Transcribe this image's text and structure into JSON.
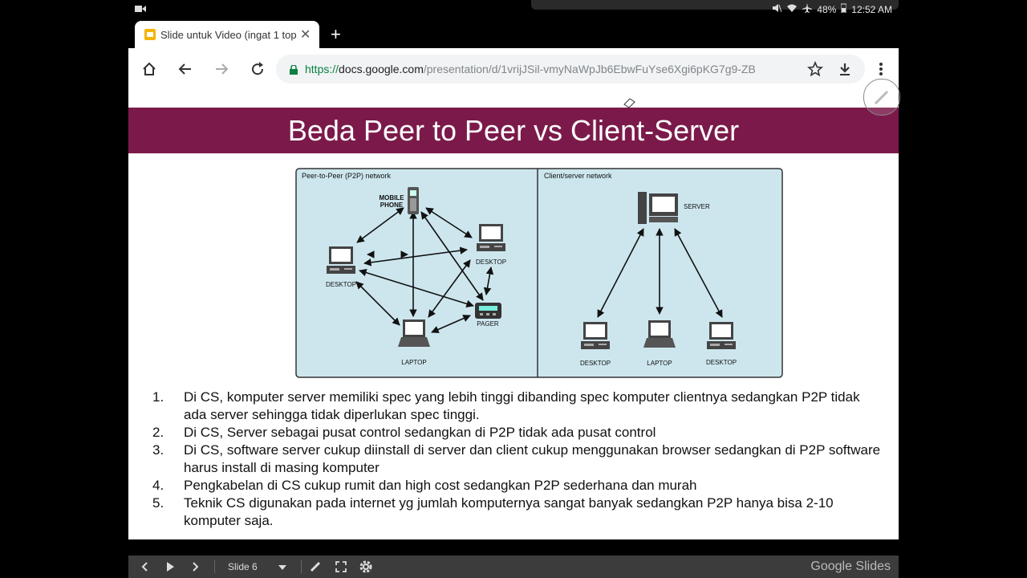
{
  "status": {
    "battery": "48%",
    "time": "12:52 AM"
  },
  "browser": {
    "tab_title": "Slide untuk Video (ingat 1 top",
    "url_scheme": "https://",
    "url_host": "docs.google.com",
    "url_path": "/presentation/d/1vrijJSil-vmyNaWpJb6EbwFuYse6Xgi6pKG7g9-ZB"
  },
  "slide": {
    "title": "Beda Peer to Peer vs Client-Server",
    "diagram": {
      "p2p_label": "Peer-to-Peer (P2P) network",
      "cs_label": "Client/server network",
      "mobile_line1": "MOBILE",
      "mobile_line2": "PHONE",
      "desktop": "DESKTOP",
      "pager": "PAGER",
      "laptop": "LAPTOP",
      "server": "SERVER"
    },
    "points": [
      {
        "num": "1.",
        "text": "Di CS, komputer server memiliki spec yang lebih tinggi dibanding spec komputer clientnya sedangkan P2P tidak ada server sehingga tidak diperlukan spec tinggi."
      },
      {
        "num": "2.",
        "text": "Di CS, Server sebagai pusat control sedangkan di P2P tidak ada pusat control"
      },
      {
        "num": "3.",
        "text": "Di CS, software server cukup diinstall di server dan client cukup menggunakan browser sedangkan di P2P software harus install di masing komputer"
      },
      {
        "num": "4.",
        "text": "Pengkabelan di CS cukup rumit dan high cost sedangkan P2P sederhana dan murah"
      },
      {
        "num": "5.",
        "text": "Teknik CS digunakan pada internet yg jumlah komputernya sangat banyak sedangkan P2P hanya bisa 2-10 komputer saja."
      }
    ]
  },
  "player": {
    "slide_label": "Slide 6",
    "brand": "Google Slides"
  },
  "colors": {
    "title_bg": "#7b1a4a",
    "diagram_bg": "#cde6ee"
  }
}
